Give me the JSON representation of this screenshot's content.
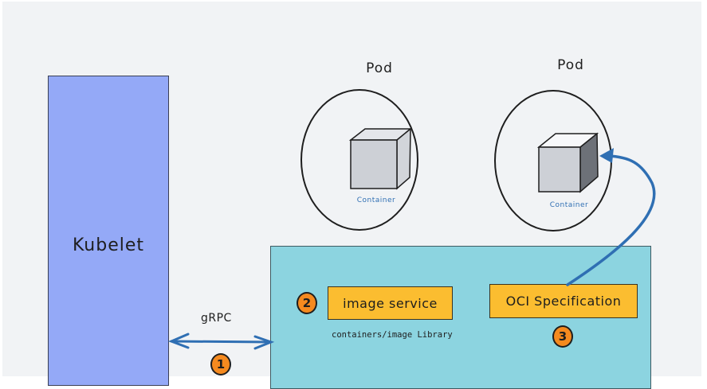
{
  "diagram": {
    "kubelet": {
      "label": "Kubelet"
    },
    "pods": [
      {
        "label": "Pod",
        "container_label": "Container"
      },
      {
        "label": "Pod",
        "container_label": "Container"
      }
    ],
    "runtime": {
      "image_service": {
        "label": "image service",
        "step": "2"
      },
      "library_label": "containers/image Library",
      "oci_spec": {
        "label": "OCI Specification",
        "step": "3"
      }
    },
    "connection": {
      "label": "gRPC",
      "step": "1"
    },
    "colors": {
      "background": "#f1f3f5",
      "kubelet": "#94a9f7",
      "runtime": "#8cd4e0",
      "box": "#fbbd30",
      "badge": "#f58a1f",
      "arrow": "#2f6fb3"
    }
  }
}
